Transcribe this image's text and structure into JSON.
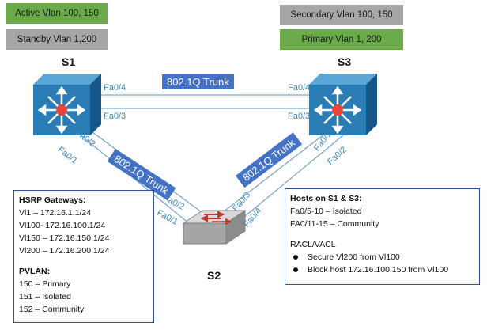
{
  "s1": {
    "name": "S1",
    "active_tag": "Active Vlan 100, 150",
    "standby_tag": "Standby Vlan 1,200",
    "ports": {
      "fa04": "Fa0/4",
      "fa03": "Fa0/3",
      "fa02": "Fa0/2",
      "fa01": "Fa0/1"
    }
  },
  "s3": {
    "name": "S3",
    "secondary_tag": "Secondary Vlan 100, 150",
    "primary_tag": "Primary Vlan 1, 200",
    "ports": {
      "fa04": "Fa0/4",
      "fa03": "Fa0/3",
      "fa01": "Fa0/1",
      "fa02": "Fa0/2"
    }
  },
  "s2": {
    "name": "S2",
    "ports": {
      "fa02": "Fa0/2",
      "fa01": "Fa0/1",
      "fa03": "Fa0/3",
      "fa04": "Fa0/4"
    }
  },
  "trunks": {
    "top": "802.1Q Trunk",
    "left": "802.1Q Trunk",
    "right": "802.1Q Trunk"
  },
  "hsrp_box": {
    "title": "HSRP Gateways:",
    "lines": [
      "Vl1 – 172.16.1.1/24",
      "Vl100- 172.16.100.1/24",
      "Vl150 – 172.16.150.1/24",
      "Vl200 – 172.16.200.1/24"
    ],
    "pvlan_title": "PVLAN:",
    "pvlan_lines": [
      "150 – Primary",
      "151 – Isolated",
      "152 – Community"
    ]
  },
  "hosts_box": {
    "title": "Hosts on S1 & S3:",
    "lines": [
      "Fa0/5-10 – Isolated",
      "FA0/11-15 – Community"
    ],
    "acl_title": "RACL/VACL",
    "bullets": [
      "Secure Vl200 from Vl100",
      "Block host 172.16.100.150 from Vl100"
    ]
  },
  "colors": {
    "active_green": "#6aaa4a",
    "standby_grey": "#a6a6a6",
    "trunk_blue": "#4472c4",
    "link_blue": "#7aa9c9",
    "switch_blue": "#2a7db4"
  },
  "icons": {
    "s1": "layer3-switch-icon",
    "s3": "layer3-switch-icon",
    "s2": "workgroup-switch-icon"
  }
}
